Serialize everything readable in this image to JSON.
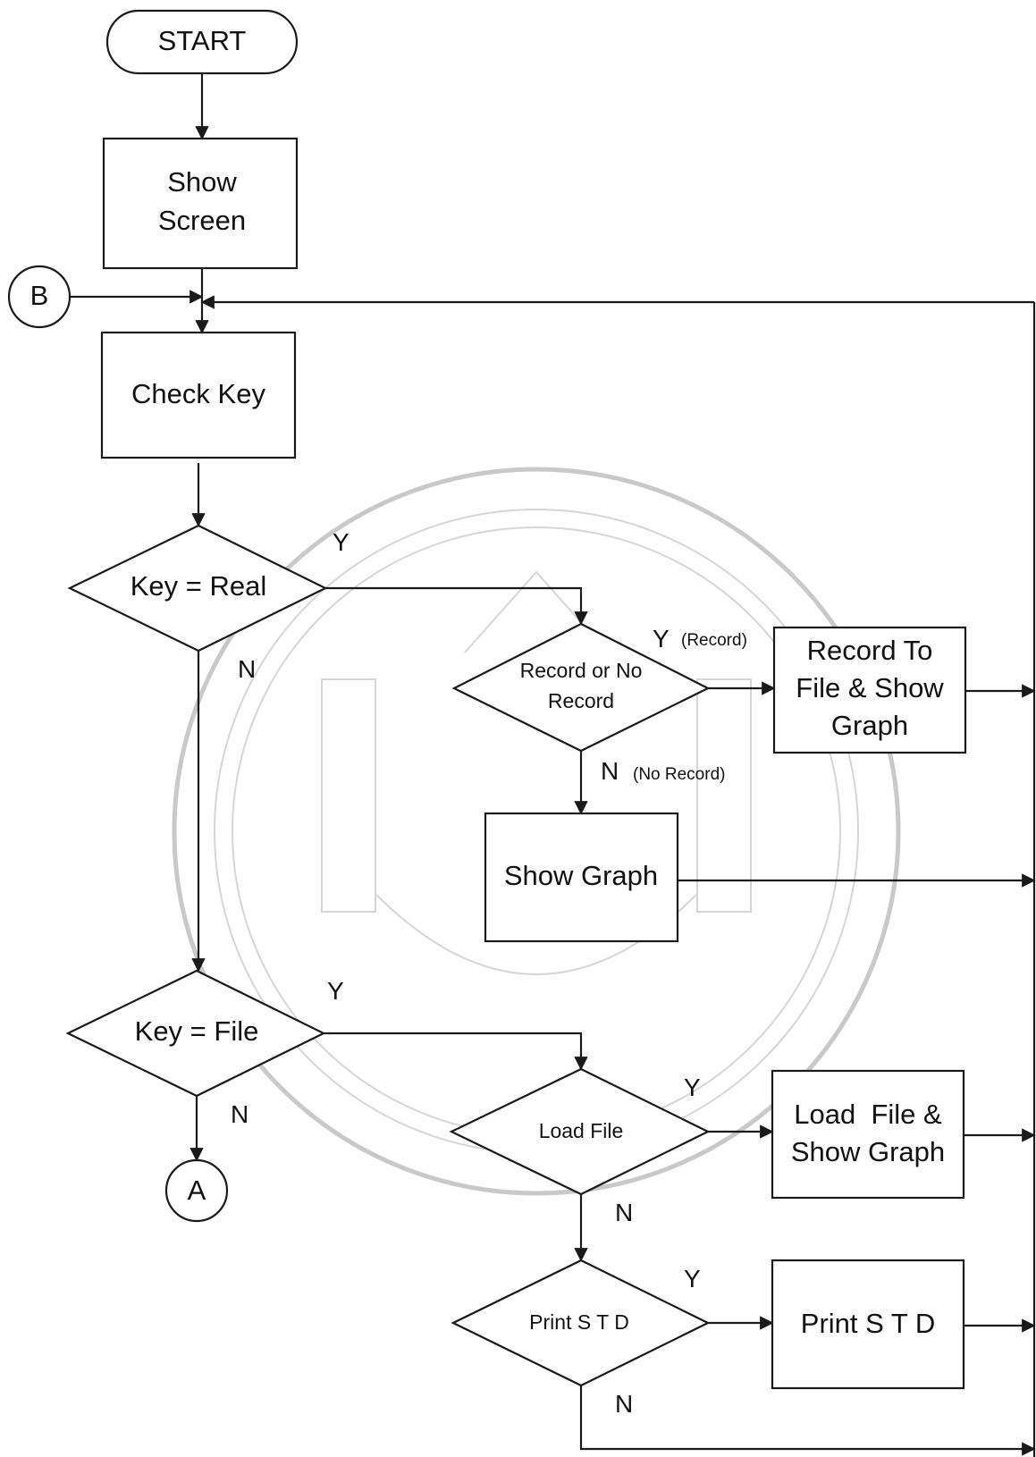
{
  "nodes": {
    "start": "START",
    "show_screen": [
      "Show",
      "Screen"
    ],
    "connector_b": "B",
    "check_key": "Check Key",
    "key_real": "Key = Real",
    "record_choice": [
      "Record or No",
      "Record"
    ],
    "record_to_file": [
      "Record To",
      "File & Show",
      "Graph"
    ],
    "show_graph": "Show Graph",
    "key_file": "Key = File",
    "connector_a": "A",
    "load_file": "Load File",
    "load_file_show": [
      "Load  File &",
      "Show Graph"
    ],
    "print_std_decision": "Print S T D",
    "print_std": "Print S T D"
  },
  "edge_labels": {
    "real_yes": "Y",
    "real_no": "N",
    "record_yes": "Y",
    "record_yes_note": "(Record)",
    "record_no": "N",
    "record_no_note": "(No Record)",
    "file_yes": "Y",
    "file_no": "N",
    "load_yes": "Y",
    "load_no": "N",
    "print_yes": "Y",
    "print_no": "N"
  },
  "watermark": "university-seal"
}
